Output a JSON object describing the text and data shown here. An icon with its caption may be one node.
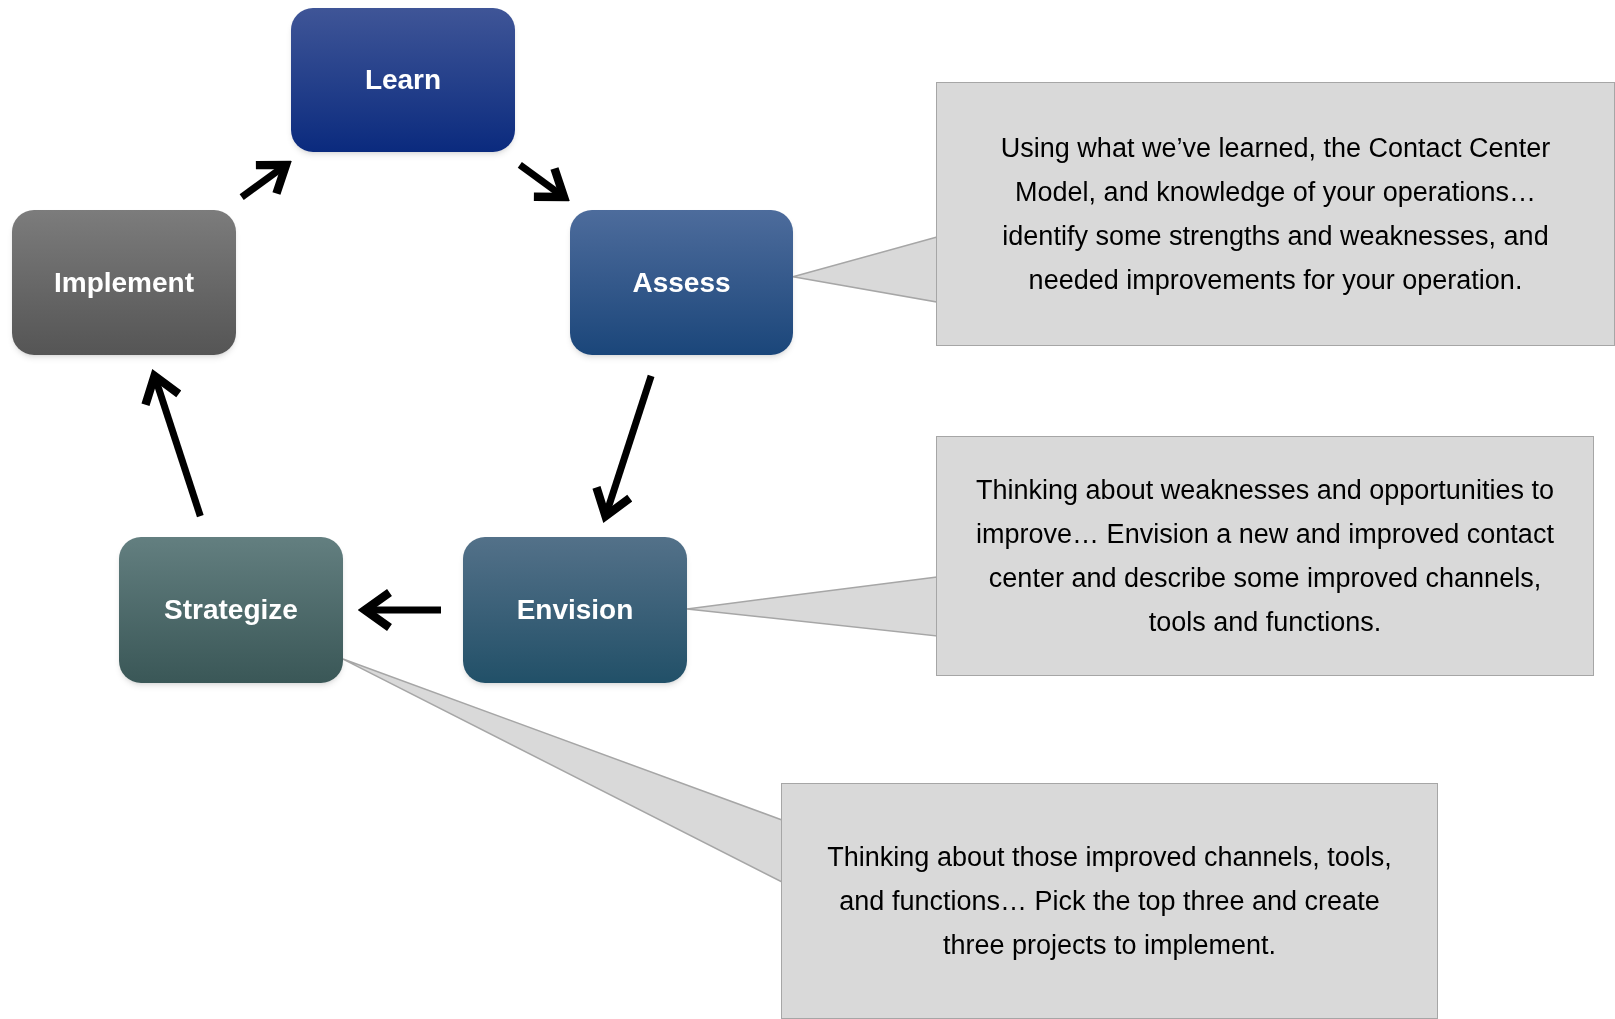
{
  "diagram": {
    "nodes": [
      {
        "text": [
          "Learn"
        ]
      },
      {
        "text": [
          "Assess"
        ]
      },
      {
        "text": [
          "Envision"
        ]
      },
      {
        "text": [
          "Strategize"
        ]
      },
      {
        "text": [
          "Implement"
        ]
      },
      {
        "text": [
          "Using what we’ve learned, the Contact Center Model, and knowledge of your operations… identify some strengths and weaknesses, and needed improvements for your operation."
        ]
      },
      {
        "text": [
          "Thinking about weaknesses and opportunities to improve… Envision a new and improved contact center and describe some improved channels, tools and functions."
        ]
      },
      {
        "text": [
          "Thinking about those improved channels, tools, and functions… Pick the top three and create three projects to implement."
        ]
      }
    ],
    "edges": [
      {
        "from": 0,
        "to": 1,
        "arrow": "to"
      },
      {
        "from": 1,
        "to": 2,
        "arrow": "to"
      },
      {
        "from": 2,
        "to": 3,
        "arrow": "to"
      },
      {
        "from": 3,
        "to": 4,
        "arrow": "to"
      },
      {
        "from": 4,
        "to": 0,
        "arrow": "to"
      },
      {
        "from": 5,
        "to": 1,
        "arrow": "none"
      },
      {
        "from": 6,
        "to": 2,
        "arrow": "none"
      },
      {
        "from": 7,
        "to": 3,
        "arrow": "none"
      }
    ]
  }
}
